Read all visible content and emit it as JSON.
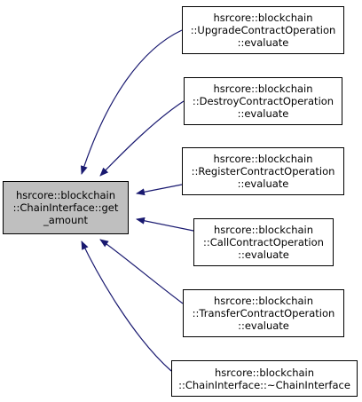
{
  "colors": {
    "edge": "#191970",
    "focus_fill": "#bfbfbf",
    "node_fill": "#ffffff",
    "border": "#000000"
  },
  "focus": {
    "id": "get_amount",
    "lines": [
      "hsrcore::blockchain",
      "::ChainInterface::get",
      "_amount"
    ]
  },
  "callers": [
    {
      "id": "upgrade",
      "lines": [
        "hsrcore::blockchain",
        "::UpgradeContractOperation",
        "::evaluate"
      ]
    },
    {
      "id": "destroy",
      "lines": [
        "hsrcore::blockchain",
        "::DestroyContractOperation",
        "::evaluate"
      ]
    },
    {
      "id": "register",
      "lines": [
        "hsrcore::blockchain",
        "::RegisterContractOperation",
        "::evaluate"
      ]
    },
    {
      "id": "call",
      "lines": [
        "hsrcore::blockchain",
        "::CallContractOperation",
        "::evaluate"
      ]
    },
    {
      "id": "transfer",
      "lines": [
        "hsrcore::blockchain",
        "::TransferContractOperation",
        "::evaluate"
      ]
    },
    {
      "id": "destructor",
      "lines": [
        "hsrcore::blockchain",
        "::ChainInterface::~ChainInterface"
      ]
    }
  ]
}
